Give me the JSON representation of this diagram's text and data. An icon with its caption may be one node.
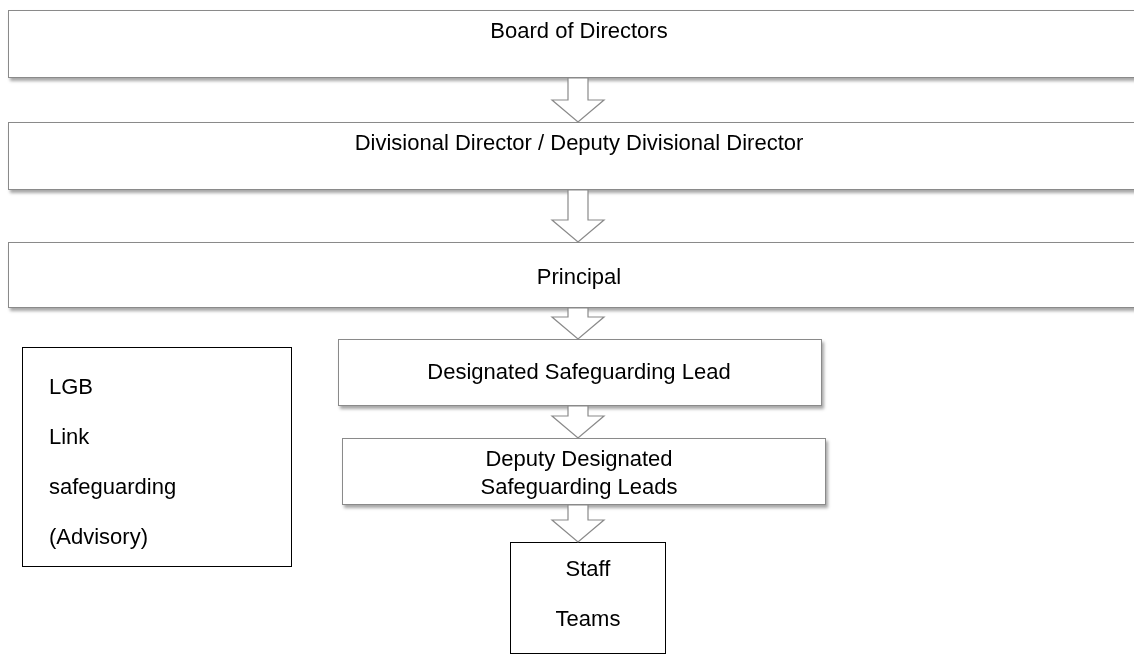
{
  "diagram": {
    "nodes": [
      {
        "text": [
          "Board of Directors"
        ]
      },
      {
        "text": [
          "Divisional Director / Deputy Divisional Director"
        ]
      },
      {
        "text": [
          "Principal"
        ]
      },
      {
        "text": [
          "LGB",
          "Link safeguarding (Advisory)"
        ]
      },
      {
        "text": [
          "Designated Safeguarding Lead"
        ]
      },
      {
        "text": [
          "Deputy Designated Safeguarding Leads"
        ]
      },
      {
        "text": [
          "Staff",
          "Teams"
        ]
      }
    ],
    "edges": [
      {
        "from": 0,
        "to": 1,
        "arrow": "to"
      },
      {
        "from": 1,
        "to": 2,
        "arrow": "to"
      },
      {
        "from": 2,
        "to": 4,
        "arrow": "to"
      },
      {
        "from": 4,
        "to": 5,
        "arrow": "to"
      },
      {
        "from": 5,
        "to": 6,
        "arrow": "to"
      }
    ]
  }
}
